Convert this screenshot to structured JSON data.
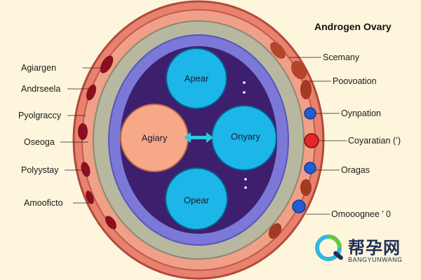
{
  "title": "Androgen Ovary",
  "left_labels": [
    "Agiargen",
    "Andrseela",
    "Pyolgraccy",
    "Oseoga",
    "Polyystay",
    "Amooficto"
  ],
  "right_labels": [
    "Scemany",
    "Poovoation",
    "Oynpation",
    "Coyaratian (’)",
    "Oragas",
    "Omooognee ’ 0"
  ],
  "circles": {
    "top": "Apear",
    "left": "Agiary",
    "right": "Onyary",
    "bottom": "Opear"
  },
  "logo": {
    "cn": "帮孕网",
    "en": "BANGYUNWANG",
    "icon": "q-logo-icon"
  },
  "colors": {
    "background": "#fdf6dc",
    "outer_tissue": "#e8826e",
    "outer_ring": "#b8b8a0",
    "blue_ring": "#7b78d8",
    "inner": "#3d1f6e",
    "follicle_blue": "#1cb6e8",
    "follicle_peach": "#f7a987",
    "arrow": "#2fc8e0"
  }
}
